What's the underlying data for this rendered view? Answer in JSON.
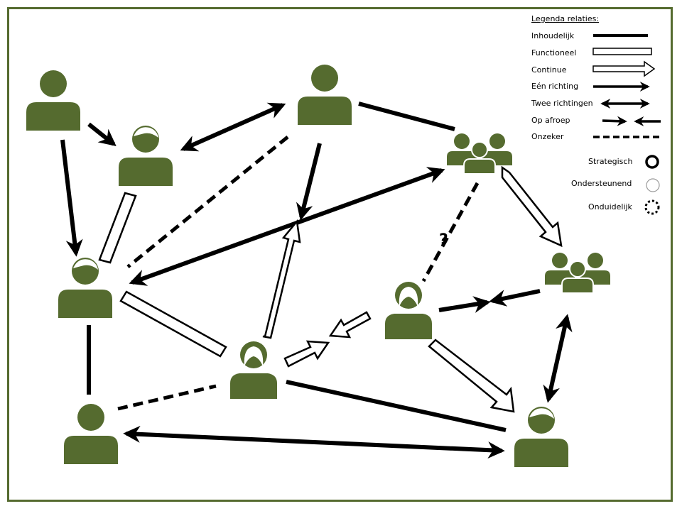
{
  "legend": {
    "title": "Legenda relaties:",
    "relations": [
      {
        "key": "inhoudelijk",
        "label": "Inhoudelijk"
      },
      {
        "key": "functioneel",
        "label": "Functioneel"
      },
      {
        "key": "continue",
        "label": "Continue"
      },
      {
        "key": "een_richting",
        "label": "Eén richting"
      },
      {
        "key": "twee_richtingen",
        "label": "Twee richtingen"
      },
      {
        "key": "op_afroep",
        "label": "Op afroep"
      },
      {
        "key": "onzeker",
        "label": "Onzeker"
      }
    ],
    "roles": [
      {
        "key": "strategisch",
        "label": "Strategisch"
      },
      {
        "key": "ondersteunend",
        "label": "Ondersteunend"
      },
      {
        "key": "onduidelijk",
        "label": "Onduidelijk"
      }
    ]
  },
  "uncertain_marker": "?",
  "colors": {
    "figure": "#556b2f",
    "line": "#000000",
    "frame": "#556b2f"
  },
  "nodes": [
    {
      "id": "man-top-left",
      "type": "man"
    },
    {
      "id": "boy-top",
      "type": "boy"
    },
    {
      "id": "man-top-center",
      "type": "man"
    },
    {
      "id": "group-top-right",
      "type": "group"
    },
    {
      "id": "boy-left",
      "type": "boy"
    },
    {
      "id": "group-right",
      "type": "group"
    },
    {
      "id": "woman-center-right",
      "type": "woman"
    },
    {
      "id": "woman-center",
      "type": "woman"
    },
    {
      "id": "man-bottom-left",
      "type": "man"
    },
    {
      "id": "boy-bottom-right",
      "type": "boy"
    }
  ]
}
